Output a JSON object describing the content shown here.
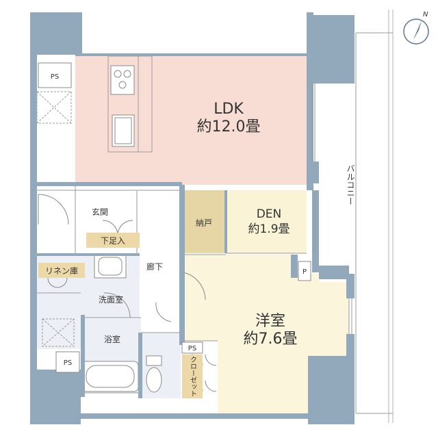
{
  "rooms": {
    "ldk": {
      "name": "LDK",
      "area": "約12.0畳"
    },
    "den": {
      "name": "DEN",
      "area": "約1.9畳"
    },
    "western": {
      "name": "洋室",
      "area": "約7.6畳"
    },
    "storage": "納戸",
    "entrance": "玄関",
    "shoe_box": "下足入",
    "linen": "リネン庫",
    "washroom": "洗面室",
    "bath": "浴室",
    "hallway": "廊下",
    "closet": "クローゼット",
    "balcony": "バルコニー"
  },
  "labels": {
    "ps_top": "PS",
    "ps_bottom": "PS",
    "ps_closet": "PS",
    "p": "P"
  },
  "compass": {
    "north": "N"
  },
  "colors": {
    "wall": "#92a8bb",
    "ldk": "#f8ddd5",
    "western": "#fbf5dc",
    "den": "#fbf3d6",
    "storage": "#e6d6a6",
    "wet": "#ecf0f6",
    "tag": "#ecd9a7",
    "line": "#8a8a8a"
  }
}
